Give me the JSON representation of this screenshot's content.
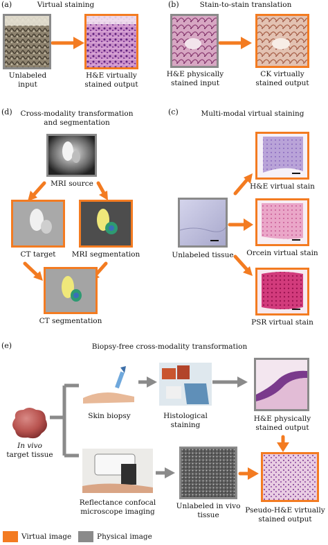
{
  "colors": {
    "virtual": "#f37b21",
    "physical": "#8a8a8a"
  },
  "panel_a": {
    "label": "(a)",
    "title": "Virtual staining",
    "input_l1": "Unlabeled",
    "input_l2": "input",
    "output_l1": "H&E virtually",
    "output_l2": "stained output"
  },
  "panel_b": {
    "label": "(b)",
    "title": "Stain-to-stain translation",
    "input_l1": "H&E physically",
    "input_l2": "stained input",
    "output_l1": "CK virtually",
    "output_l2": "stained output"
  },
  "panel_d": {
    "label": "(d)",
    "title_l1": "Cross-modality transformation",
    "title_l2": "and segmentation",
    "mri_source": "MRI source",
    "ct_target": "CT target",
    "mri_seg": "MRI segmentation",
    "ct_seg": "CT segmentation"
  },
  "panel_c": {
    "label": "(c)",
    "title": "Multi-modal virtual staining",
    "input": "Unlabeled tissue",
    "he": "H&E virtual stain",
    "orcein": "Orcein virtual stain",
    "psr": "PSR virtual stain"
  },
  "panel_e": {
    "label": "(e)",
    "title": "Biopsy-free cross-modality transformation",
    "tissue_italic": "In vivo",
    "tissue_l2": "target tissue",
    "biopsy": "Skin biopsy",
    "hist_l1": "Histological",
    "hist_l2": "staining",
    "he_phys_l1": "H&E physically",
    "he_phys_l2": "stained output",
    "rcm_l1": "Reflectance confocal",
    "rcm_l2": "microscope imaging",
    "unl_l1": "Unlabeled in vivo",
    "unl_l2": "tissue",
    "pseudo_l1": "Pseudo-H&E virtually",
    "pseudo_l2": "stained output"
  },
  "legend": {
    "virtual": "Virtual image",
    "physical": "Physical image"
  }
}
